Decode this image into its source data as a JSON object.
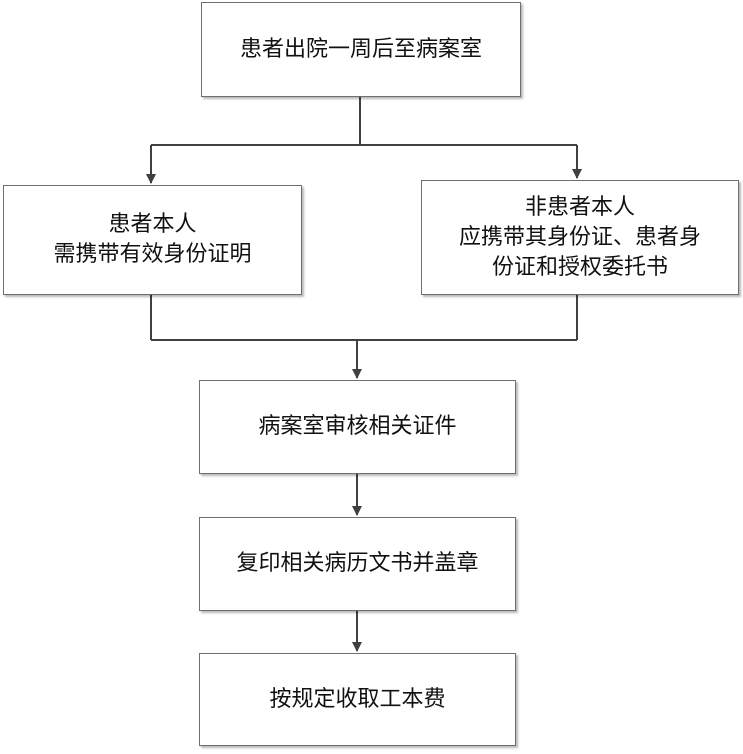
{
  "flowchart": {
    "step1": {
      "text": "患者出院一周后至病案室"
    },
    "branch_left": {
      "line1": "患者本人",
      "line2": "需携带有效身份证明"
    },
    "branch_right": {
      "line1": "非患者本人",
      "line2": "应携带其身份证、患者身",
      "line3": "份证和授权委托书"
    },
    "step2": {
      "text": "病案室审核相关证件"
    },
    "step3": {
      "text": "复印相关病历文书并盖章"
    },
    "step4": {
      "text": "按规定收取工本费"
    }
  },
  "colors": {
    "line": "#404040",
    "border": "#6f6f6f",
    "text": "#111111"
  }
}
